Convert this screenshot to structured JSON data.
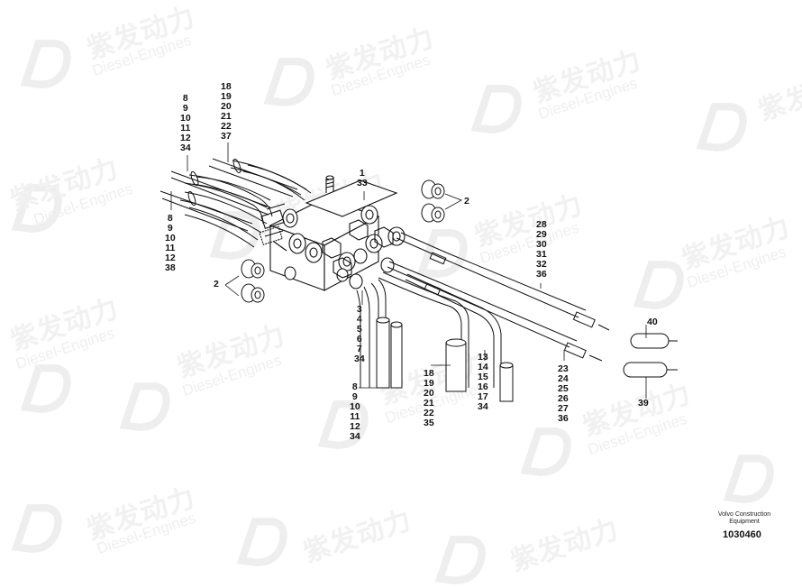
{
  "watermark": {
    "brand_cn": "紫发动力",
    "brand_en": "Diesel-Engines",
    "color": "#eeeeee"
  },
  "callouts": {
    "c_top_left_a": "8\n9\n10\n11\n12\n34",
    "c_top_left_b": "18\n19\n20\n21\n22\n37",
    "c_left_mid": "8\n9\n10\n11\n12\n38",
    "c_valve_top": "1\n33",
    "c_right_two": "2",
    "c_left_two": "2",
    "c_right_cables": "28\n29\n30\n31\n32\n36",
    "c_bottom_mid": "3\n4\n5\n6\n7\n34",
    "c_bottom_left": "8\n9\n10\n11\n12\n34",
    "c_bottom_center": "18\n19\n20\n21\n22\n35",
    "c_bottom_right_a": "13\n14\n15\n16\n17\n34",
    "c_bottom_right_b": "23\n24\n25\n26\n27\n36",
    "c_forty": "40",
    "c_thirtynine": "39"
  },
  "footer": {
    "maker_line1": "Volvo Construction",
    "maker_line2": "Equipment",
    "drawing_number": "1030460"
  }
}
